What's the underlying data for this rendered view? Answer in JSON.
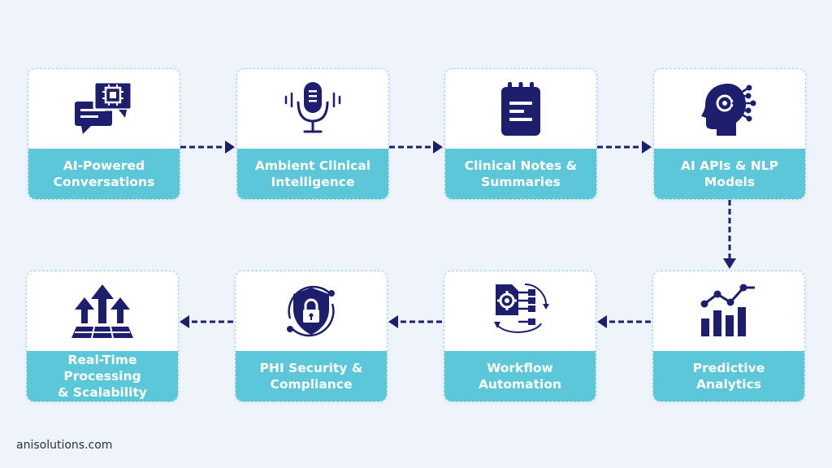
{
  "colors": {
    "background": "#eef4fa",
    "card": "#ffffff",
    "label_band": "#5bc7d8",
    "icon": "#1d1f6e",
    "arrow": "#1d1f6e"
  },
  "steps": [
    {
      "label": "AI-Powered\nConversations",
      "icon": "chat-chip-icon"
    },
    {
      "label": "Ambient Clinical\nIntelligence",
      "icon": "microphone-icon"
    },
    {
      "label": "Clinical Notes &\nSummaries",
      "icon": "notepad-icon"
    },
    {
      "label": "AI APIs & NLP\nModels",
      "icon": "ai-head-icon"
    },
    {
      "label": "Predictive\nAnalytics",
      "icon": "bar-chart-trend-icon"
    },
    {
      "label": "Workflow\nAutomation",
      "icon": "workflow-gear-icon"
    },
    {
      "label": "PHI Security &\nCompliance",
      "icon": "shield-lock-icon"
    },
    {
      "label": "Real-Time Processing\n& Scalability",
      "icon": "scaling-arrows-icon"
    }
  ],
  "footer": {
    "site": "anisolutions.com"
  }
}
